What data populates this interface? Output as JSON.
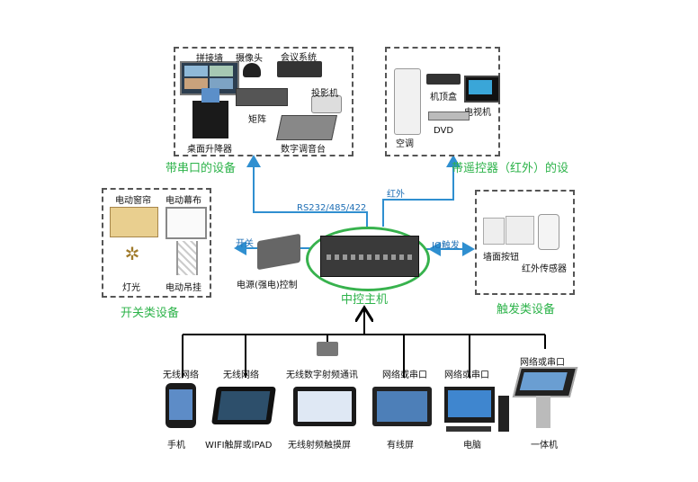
{
  "groups": {
    "serial": "带串口的设备",
    "ir": "带遥控器（红外）的设",
    "switch": "开关类设备",
    "trigger": "触发类设备"
  },
  "links": {
    "rs": "RS232/485/422",
    "ir": "红外",
    "switch": "开关",
    "io": "IO触发"
  },
  "center": {
    "host": "中控主机",
    "power": "电源(强电)控制"
  },
  "serial_devices": {
    "splice_wall": "拼接墙",
    "camera": "摄像头",
    "conference": "会议系统",
    "projector": "投影机",
    "matrix": "矩阵",
    "desk_lift": "桌面升降器",
    "mixer": "数字调音台"
  },
  "ir_devices": {
    "stb": "机顶盒",
    "tv": "电视机",
    "ac": "空调",
    "dvd": "DVD"
  },
  "switch_devices": {
    "curtain": "电动窗帘",
    "screen": "电动幕布",
    "light": "灯光",
    "hanger": "电动吊挂"
  },
  "trigger_devices": {
    "wall_button": "墙面按钮",
    "ir_sensor": "红外传感器"
  },
  "terminals": [
    {
      "top": "无线网络",
      "bottom": "手机"
    },
    {
      "top": "无线网络",
      "bottom": "WIFI触屏或IPAD"
    },
    {
      "top": "无线数字射频通讯",
      "bottom": "无线射频触摸屏"
    },
    {
      "top": "网络或串口",
      "bottom": "有线屏"
    },
    {
      "top": "网络或串口",
      "bottom": "电脑"
    },
    {
      "top": "网络或串口",
      "bottom": "一体机"
    }
  ],
  "colors": {
    "link_blue": "#2f8fd0",
    "group_green": "#2db34a",
    "dash": "#555555"
  }
}
